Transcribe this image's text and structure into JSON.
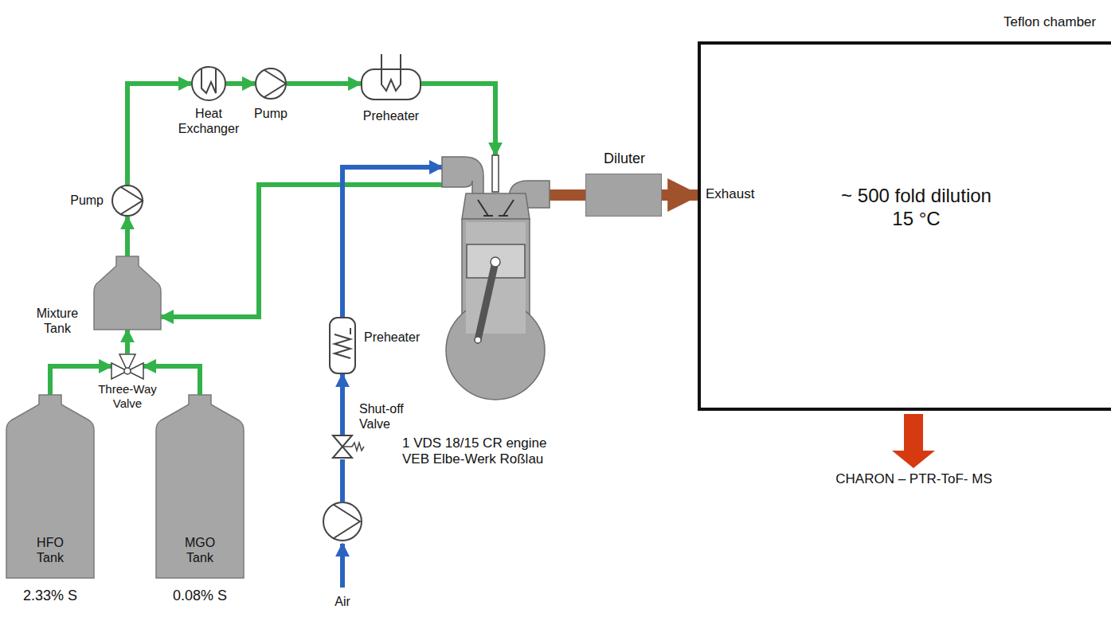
{
  "diagram": {
    "nodes": [
      {
        "text": [
          "Teflon chamber",
          "~ 500 fold dilution 15 °C"
        ]
      },
      {
        "text": [
          "Pump"
        ]
      },
      {
        "text": [
          "Heat Exchanger"
        ]
      },
      {
        "text": [
          "Pump"
        ]
      },
      {
        "text": [
          "Preheater"
        ]
      },
      {
        "text": [
          "Diluter"
        ]
      },
      {
        "text": [
          "Mixture Tank"
        ]
      },
      {
        "text": [
          "Preheater"
        ]
      },
      {
        "text": [
          "1 VDS 18/15 CR engine VEB Elbe-Werk Roßlau"
        ]
      },
      {
        "text": [
          "Shut-off Valve"
        ]
      },
      {
        "text": [
          "Three-Way Valve"
        ]
      },
      {
        "text": [
          "HFO Tank",
          "2.33% S"
        ]
      },
      {
        "text": [
          "MGO Tank",
          "0.08% S"
        ]
      }
    ],
    "edges": [
      {
        "from": 11,
        "to": 10,
        "arrow": "to"
      },
      {
        "from": 12,
        "to": 10,
        "arrow": "to"
      },
      {
        "from": 10,
        "to": 6,
        "arrow": "to"
      },
      {
        "from": 6,
        "to": 1,
        "arrow": "to"
      },
      {
        "from": 1,
        "to": 2,
        "arrow": "to"
      },
      {
        "from": 2,
        "to": 3,
        "arrow": "to"
      },
      {
        "from": 3,
        "to": 4,
        "arrow": "to"
      },
      {
        "from": 4,
        "to": 8,
        "arrow": "to"
      },
      {
        "from": 8,
        "to": 6,
        "arrow": "to"
      },
      {
        "from": 9,
        "to": 7,
        "arrow": "to"
      },
      {
        "from": 7,
        "to": 8,
        "arrow": "to"
      },
      {
        "from": 8,
        "to": 5,
        "arrow": "none"
      },
      {
        "from": 5,
        "to": 0,
        "label": "Exhaust",
        "arrow": "to"
      }
    ],
    "labels": [
      "Air",
      "CHARON – PTR-ToF- MS"
    ]
  }
}
